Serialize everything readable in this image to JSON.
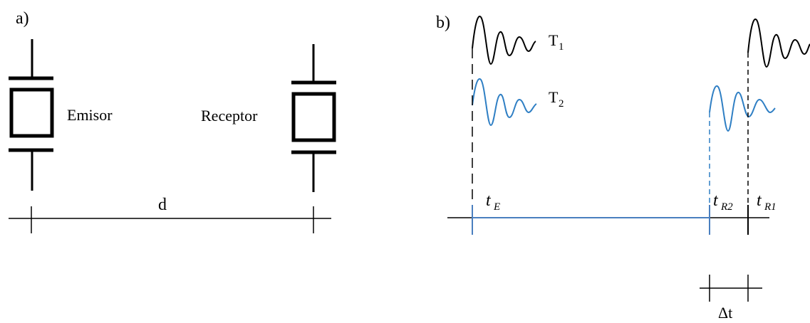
{
  "panel_a": {
    "label": "a)",
    "emitter_label": "Emisor",
    "receiver_label": "Receptor",
    "distance_label": "d"
  },
  "panel_b": {
    "label": "b)",
    "series": [
      {
        "name_main": "T",
        "name_sub": "1",
        "color": "#000000"
      },
      {
        "name_main": "T",
        "name_sub": "2",
        "color": "#2f7fc4"
      }
    ],
    "markers": {
      "emit": {
        "main": "t",
        "sub": "E"
      },
      "recv2": {
        "main": "t",
        "sub": "R2"
      },
      "recv1": {
        "main": "t",
        "sub": "R1"
      }
    },
    "delta_label": "Δt"
  },
  "colors": {
    "black": "#000000",
    "blue": "#2f7fc4",
    "timeline_blue": "#4a7fbf"
  }
}
